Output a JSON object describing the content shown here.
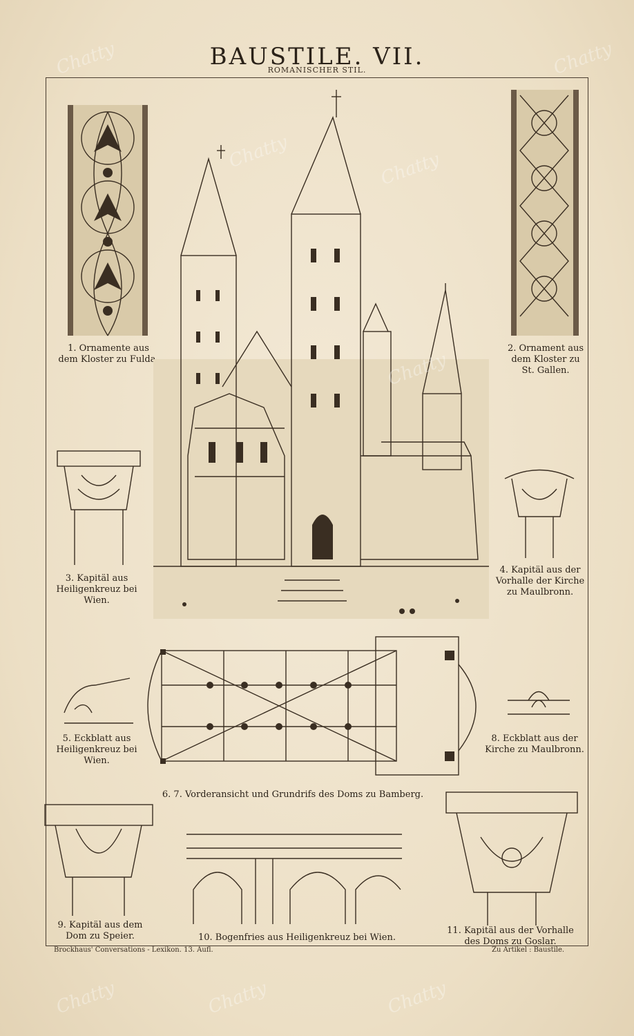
{
  "header": {
    "title": "BAUSTILE. VII.",
    "subtitle": "ROMANISCHER STIL."
  },
  "captions": {
    "fig1": [
      "1. Ornamente aus",
      "dem Kloster zu Fulda."
    ],
    "fig2": [
      "2. Ornament aus",
      "dem Kloster zu",
      "St. Gallen."
    ],
    "fig3": [
      "3. Kapitäl aus",
      "Heiligenkreuz bei",
      "Wien."
    ],
    "fig4": [
      "4. Kapitäl aus der",
      "Vorhalle der Kirche",
      "zu Maulbronn."
    ],
    "fig5": [
      "5. Eckblatt aus",
      "Heiligenkreuz bei",
      "Wien."
    ],
    "fig67": [
      "6. 7. Vorderansicht und Grundrifs des Doms zu Bamberg."
    ],
    "fig8": [
      "8. Eckblatt aus der",
      "Kirche zu Maulbronn."
    ],
    "fig9": [
      "9. Kapitäl aus dem",
      "Dom zu Speier."
    ],
    "fig10": [
      "10. Bogenfries aus Heiligenkreuz bei Wien."
    ],
    "fig11": [
      "11. Kapitäl aus der Vorhalle",
      "des Doms zu Goslar."
    ]
  },
  "footer": {
    "left": "Brockhaus' Conversations - Lexikon.  13. Aufl.",
    "right": "Zu Artikel : Baustile."
  },
  "watermark": "Chatty"
}
